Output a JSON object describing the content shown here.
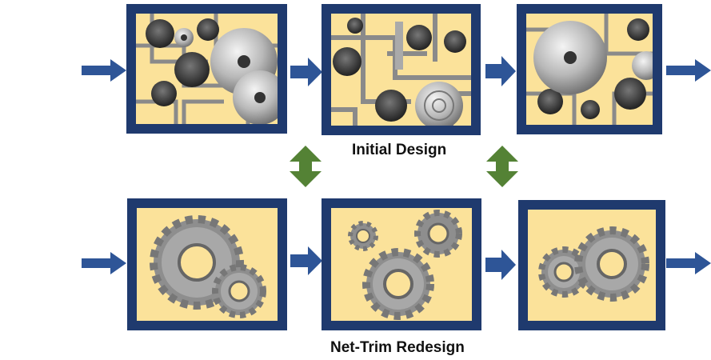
{
  "labels": {
    "initial": "Initial Design",
    "redesign": "Net-Trim Redesign"
  },
  "colors": {
    "frame": "#1f3a6e",
    "panel_bg": "#fbe29a",
    "flow_arrow": "#2e5597",
    "swap_arrow": "#548235"
  },
  "rows": [
    {
      "name": "initial-design",
      "panels": 3,
      "content": "dense-gear-machinery"
    },
    {
      "name": "net-trim-redesign",
      "panels": 3,
      "content": "sparse-gears"
    }
  ]
}
